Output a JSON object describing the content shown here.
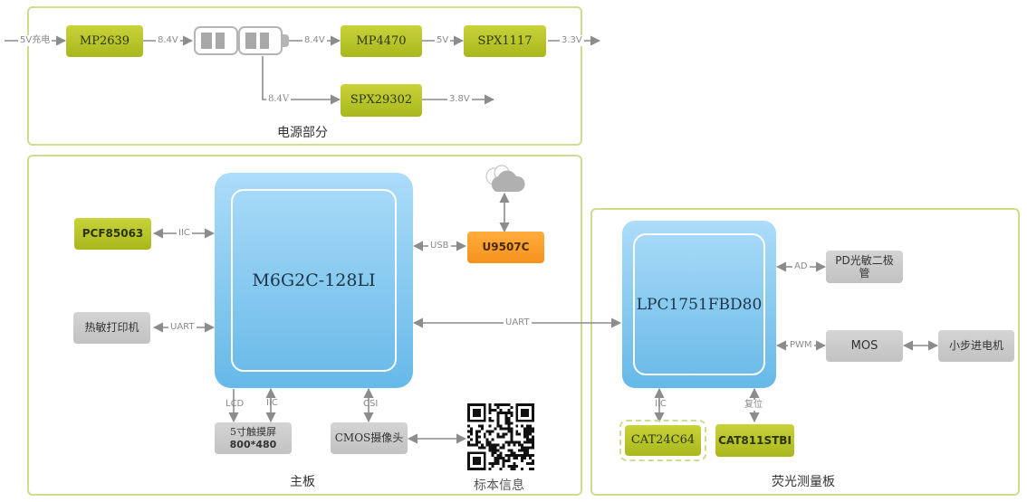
{
  "power_section": {
    "title": "电源部分",
    "input_label": "5V充电",
    "blocks": {
      "charger": "MP2639",
      "buck": "MP4470",
      "ldo_3v3": "SPX1117",
      "ldo_3v8": "SPX29302"
    },
    "battery_icon": "battery-pack-icon",
    "wire_labels": {
      "charger_out": "8.4V",
      "battery_out": "8.4V",
      "buck_out": "5V",
      "ldo_3v3_out": "3.3V",
      "battery_branch": "8.4V",
      "ldo_3v8_out": "3.8V"
    }
  },
  "main_board": {
    "title": "主板",
    "cpu": "M6G2C-128LI",
    "rtc": "PCF85063",
    "printer": "热敏打印机",
    "wifi_module": "U9507C",
    "cloud_icon": "cloud-icon",
    "touchscreen": {
      "line1": "5寸触摸屏",
      "line2": "800*480"
    },
    "camera": "CMOS摄像头",
    "qr_caption": "标本信息",
    "qr_icon": "qr-code-icon",
    "wire_labels": {
      "rtc": "IIC",
      "printer": "UART",
      "usb": "USB",
      "lcd": "LCD",
      "touch_iic": "IIC",
      "csi": "CSI",
      "inter_board": "UART"
    }
  },
  "fluorescence_board": {
    "title": "荧光测量板",
    "mcu": "LPC1751FBD80",
    "photodiode": "PD光敏二极管",
    "mos": "MOS",
    "stepper": "小步进电机",
    "eeprom": "CAT24C64",
    "supervisor": "CAT811STBI",
    "wire_labels": {
      "ad": "AD",
      "pwm": "PWM",
      "iic": "IIC",
      "reset": "复位"
    }
  },
  "colors": {
    "panel_border": "#cfdc8e",
    "green_block": "#b8c42a",
    "gray_block": "#cacaca",
    "orange_block": "#f7a02c",
    "chip_blue": "#7fc6ef",
    "wire": "#8c8c8c"
  }
}
